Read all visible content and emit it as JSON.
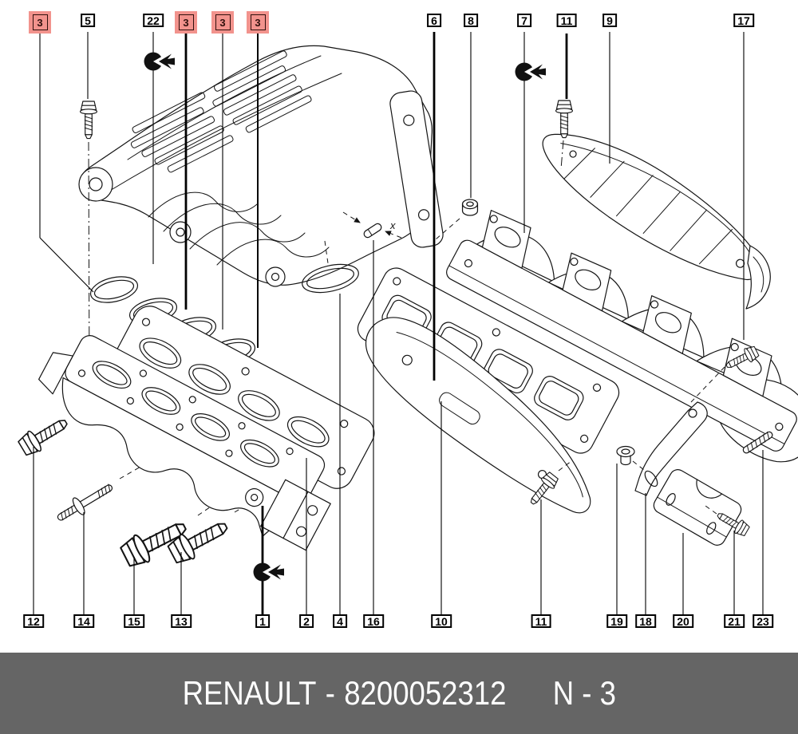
{
  "callouts": {
    "items": [
      {
        "label": "3",
        "highlighted": true
      },
      {
        "label": "5",
        "highlighted": false
      },
      {
        "label": "22",
        "highlighted": false
      },
      {
        "label": "3",
        "highlighted": true
      },
      {
        "label": "3",
        "highlighted": true
      },
      {
        "label": "3",
        "highlighted": true
      },
      {
        "label": "6",
        "highlighted": false
      },
      {
        "label": "8",
        "highlighted": false
      },
      {
        "label": "7",
        "highlighted": false
      },
      {
        "label": "11",
        "highlighted": false
      },
      {
        "label": "9",
        "highlighted": false
      },
      {
        "label": "17",
        "highlighted": false
      },
      {
        "label": "12",
        "highlighted": false
      },
      {
        "label": "14",
        "highlighted": false
      },
      {
        "label": "15",
        "highlighted": false
      },
      {
        "label": "13",
        "highlighted": false
      },
      {
        "label": "1",
        "highlighted": false
      },
      {
        "label": "2",
        "highlighted": false
      },
      {
        "label": "4",
        "highlighted": false
      },
      {
        "label": "16",
        "highlighted": false
      },
      {
        "label": "10",
        "highlighted": false
      },
      {
        "label": "11",
        "highlighted": false
      },
      {
        "label": "19",
        "highlighted": false
      },
      {
        "label": "18",
        "highlighted": false
      },
      {
        "label": "20",
        "highlighted": false
      },
      {
        "label": "21",
        "highlighted": false
      },
      {
        "label": "23",
        "highlighted": false
      }
    ]
  },
  "annotation": {
    "x_label": "x"
  },
  "icons": {
    "clip": "retaining-clip-icon"
  },
  "colors": {
    "line": "#141414",
    "callout_bg": "#ffffff",
    "callout_border": "#000000",
    "highlight_bg": "#f2938d",
    "highlight_text": "#30100d",
    "footer_bg": "#656565",
    "footer_text": "#ffffff"
  },
  "footer": {
    "brand": "RENAULT",
    "separator": "-",
    "part_number": "8200052312",
    "sheet": "N - 3"
  }
}
